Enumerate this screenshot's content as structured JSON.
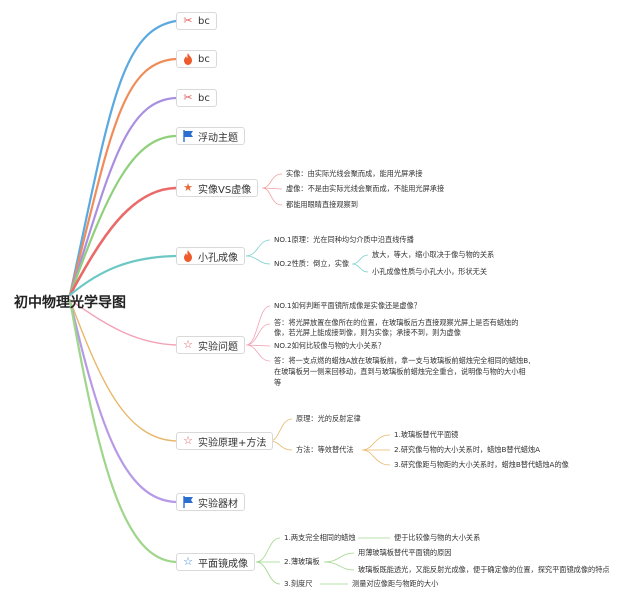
{
  "root": "初中物理光学导图",
  "colors": {
    "blue": "#5aa9df",
    "orange": "#f08c5a",
    "purple": "#a98fe0",
    "green": "#8fd07a",
    "red": "#ea6a6a",
    "cyan": "#6cc8c4",
    "pink": "#f3a2b6",
    "gold": "#e7b86a",
    "violet": "#b79ae6",
    "leaf": "#9fd68b"
  },
  "branches": [
    {
      "label": "bc",
      "icon": "scissors-icon"
    },
    {
      "label": "bc",
      "icon": "fire-icon"
    },
    {
      "label": "bc",
      "icon": "scissors-icon"
    },
    {
      "label": "浮动主题",
      "icon": "flag-icon"
    },
    {
      "label": "实像VS虚像",
      "icon": "star-filled-icon"
    },
    {
      "label": "小孔成像",
      "icon": "fire-icon"
    },
    {
      "label": "实验问题",
      "icon": "star-outline-icon"
    },
    {
      "label": "实验原理+方法",
      "icon": "star-outline-icon"
    },
    {
      "label": "实验器材",
      "icon": "flag-icon"
    },
    {
      "label": "平面镜成像",
      "icon": "star-blue-icon"
    }
  ],
  "real_vs_virtual": [
    "实像：由实际光线会聚而成，能用光屏承接",
    "虚像：不是由实际光线会聚而成，不能用光屏承接",
    "都能用眼睛直接观察到"
  ],
  "pinhole": {
    "no1": "NO.1原理：光在同种均匀介质中沿直线传播",
    "no2": "NO.2性质：倒立，实像",
    "sub": [
      "放大，等大，缩小取决于像与物的关系",
      "小孔成像性质与小孔大小，形状无关"
    ]
  },
  "experiment_questions": [
    "NO.1如何判断平面镜所成像是实像还是虚像？",
    "答：将光屏放置在像所在的位置，在玻璃板后方直接观察光屏上是否有蜡烛的",
    "像，若光屏上能成接到像，则为实像；承接不到，则为虚像",
    "NO.2如何比较像与物的大小关系？",
    "答：将一支点燃的蜡烛A放在玻璃板前，拿一支与玻璃板前蜡烛完全相同的蜡烛B,",
    "在玻璃板另一侧来回移动，直到与玻璃板前蜡烛完全重合，说明像与物的大小相",
    "等"
  ],
  "principle_method": {
    "principle": "原理：光的反射定律",
    "method": "方法：等效替代法",
    "method_items": [
      "1.玻璃板替代平面镜",
      "2.研究像与物的大小关系时，蜡烛B替代蜡烛A",
      "3.研究像距与物距的大小关系时，蜡烛B替代蜡烛A的像"
    ]
  },
  "plane_mirror": {
    "items": [
      {
        "label": "1.两支完全相同的蜡烛",
        "notes": [
          "便于比较像与物的大小关系"
        ]
      },
      {
        "label": "2.薄玻璃板",
        "notes": [
          "用薄玻璃板替代平面镜的原因",
          "玻璃板既能透光，又能反射光成像，便于确定像的位置，探究平面镜成像的特点"
        ]
      },
      {
        "label": "3.刻度尺",
        "notes": [
          "测量对应像距与物距的大小"
        ]
      }
    ]
  }
}
